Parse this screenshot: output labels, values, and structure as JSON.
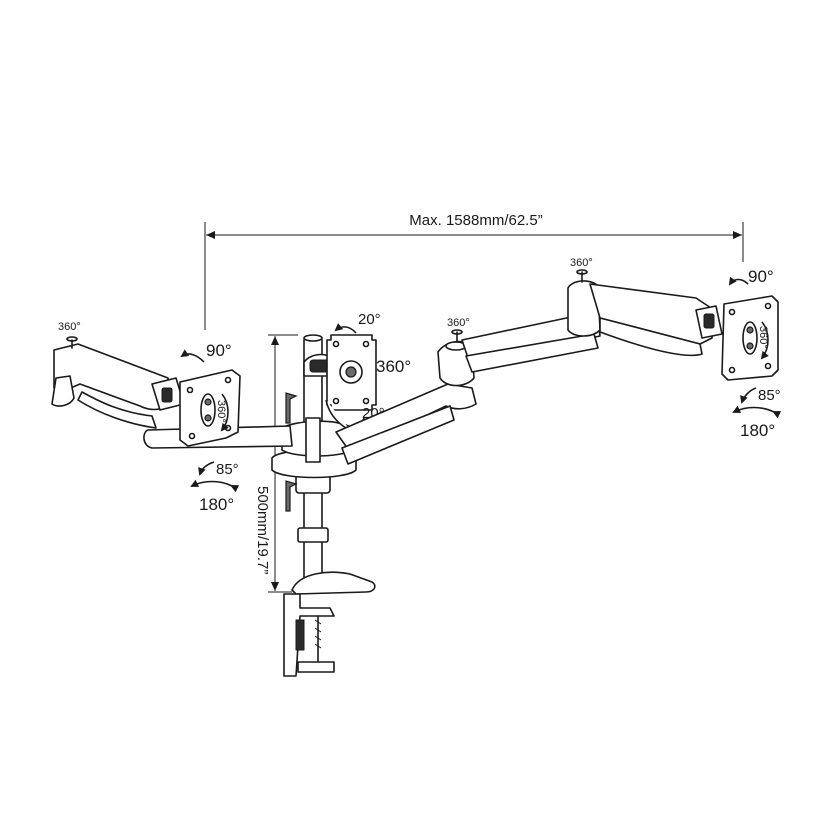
{
  "dimensions": {
    "width_label": "Max. 1588mm/62.5”",
    "height_label": "500mm/19.7”"
  },
  "left_arm": {
    "swivel_label": "360°",
    "tilt_label": "90°",
    "rotate_label": "360°",
    "pan_label": "85°",
    "flip_label": "180°"
  },
  "center_head": {
    "tilt_up_label": "20°",
    "tilt_down_label": "20°",
    "rotate_label": "360°"
  },
  "right_arm": {
    "elbow_swivel_label": "360°",
    "shoulder_swivel_label": "360°",
    "tilt_label": "90°",
    "rotate_label": "360°",
    "pan_label": "85°",
    "flip_label": "180°"
  }
}
